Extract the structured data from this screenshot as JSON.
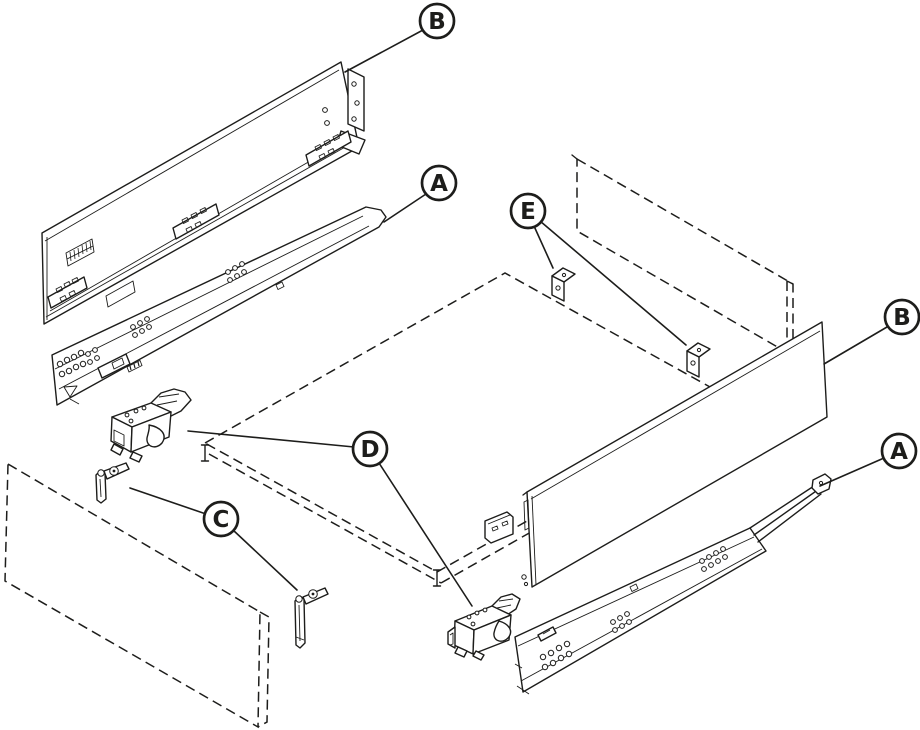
{
  "diagram": {
    "type": "exploded-assembly-diagram",
    "subject": "drawer-system-parts",
    "background_color": "#ffffff",
    "line_color": "#1d1d1b",
    "callouts": [
      {
        "id": "b-top",
        "letter": "B"
      },
      {
        "id": "a-left",
        "letter": "A"
      },
      {
        "id": "e",
        "letter": "E"
      },
      {
        "id": "b-right",
        "letter": "B"
      },
      {
        "id": "a-right",
        "letter": "A"
      },
      {
        "id": "c",
        "letter": "C"
      },
      {
        "id": "d",
        "letter": "D"
      }
    ]
  }
}
